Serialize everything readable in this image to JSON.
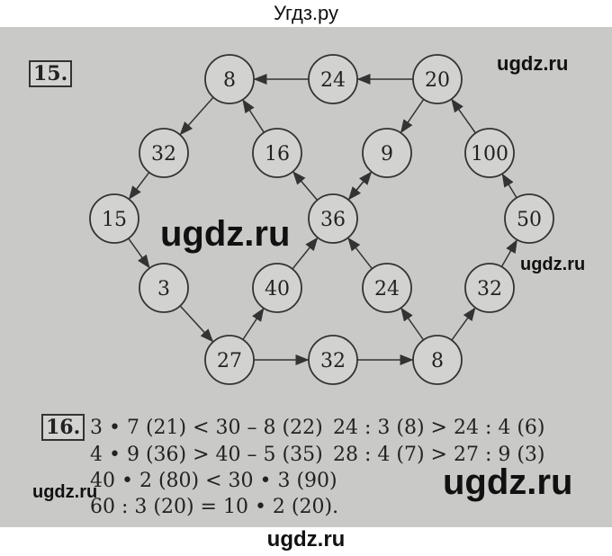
{
  "header": "Угдз.ру",
  "footer": "ugdz.ru",
  "watermarks": [
    "ugdz.ru",
    "ugdz.ru",
    "ugdz.ru",
    "ugdz.ru"
  ],
  "task15": {
    "label": "15.",
    "nodes": [
      "8",
      "24",
      "20",
      "32",
      "16",
      "9",
      "100",
      "15",
      "36",
      "50",
      "3",
      "40",
      "24",
      "32",
      "27",
      "32",
      "8"
    ],
    "edges": [
      [
        1,
        0
      ],
      [
        2,
        1
      ],
      [
        0,
        3
      ],
      [
        3,
        7
      ],
      [
        7,
        10
      ],
      [
        10,
        14
      ],
      [
        14,
        15
      ],
      [
        15,
        16
      ],
      [
        16,
        13
      ],
      [
        13,
        9
      ],
      [
        9,
        6
      ],
      [
        6,
        2
      ],
      [
        2,
        5
      ],
      [
        5,
        8
      ],
      [
        8,
        4
      ],
      [
        4,
        0
      ],
      [
        14,
        11
      ],
      [
        11,
        8
      ],
      [
        16,
        12
      ],
      [
        12,
        8
      ],
      [
        8,
        5
      ]
    ]
  },
  "task16": {
    "label": "16.",
    "lines": [
      "3 • 7 (21) < 30 – 8 (22)",
      "4 • 9 (36) > 40 – 5 (35)",
      "40 • 2 (80) < 30 • 3 (90)",
      "60 : 3 (20) = 10 • 2 (20)."
    ],
    "lines_right": [
      "24 : 3 (8) > 24 : 4 (6)",
      "28 : 4 (7) > 27 : 9 (3)"
    ]
  }
}
